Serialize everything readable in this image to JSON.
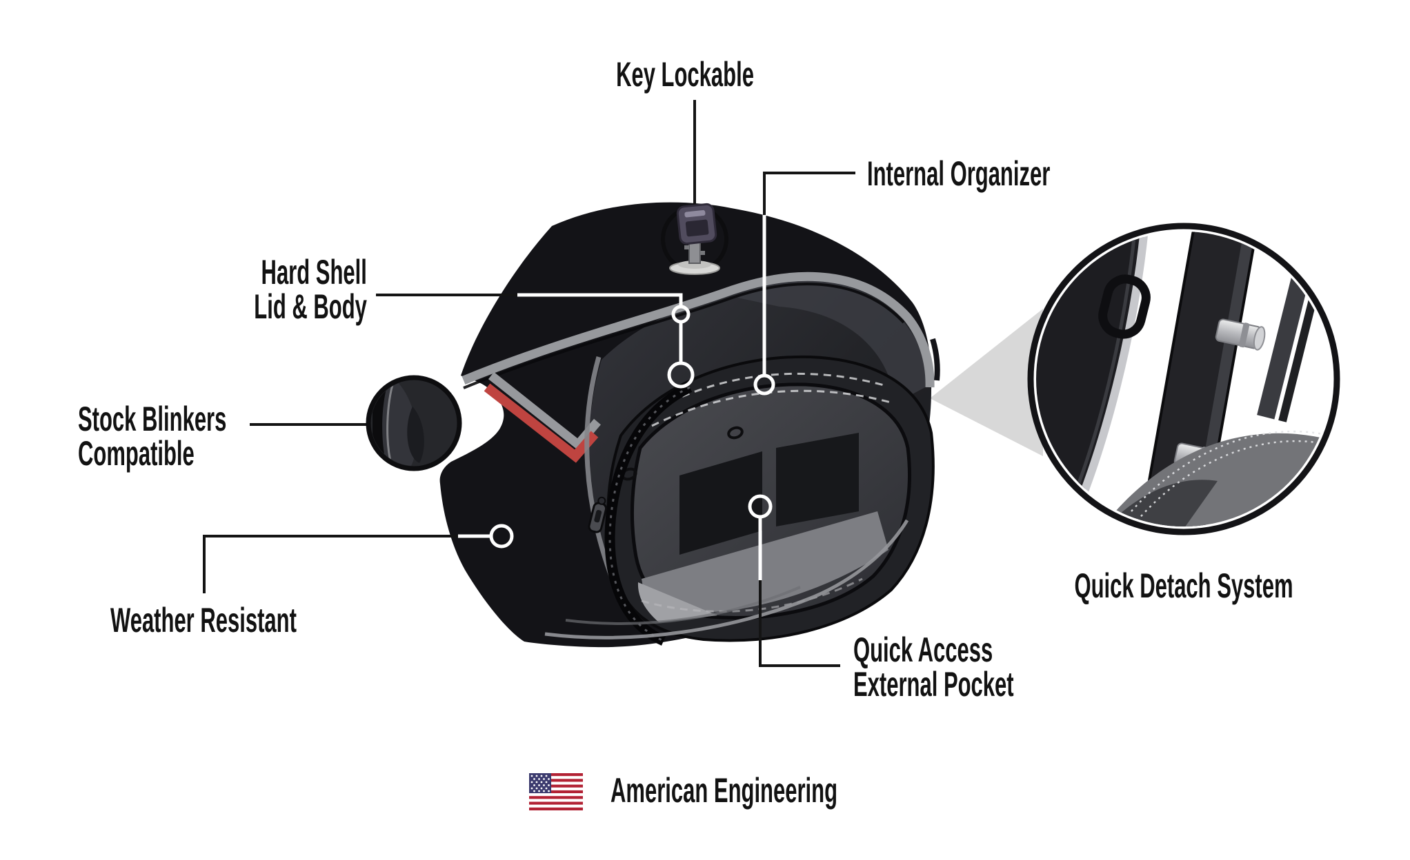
{
  "page": {
    "title": "Motorcycle Saddlebag Feature Diagram",
    "background": "#ffffff"
  },
  "callouts": {
    "key_lockable": {
      "label": "Key Lockable"
    },
    "internal_organizer": {
      "label": "Internal Organizer"
    },
    "hard_shell": {
      "line1": "Hard Shell",
      "line2": "Lid & Body"
    },
    "stock_blinkers": {
      "line1": "Stock Blinkers",
      "line2": "Compatible"
    },
    "weather_resistant": {
      "label": "Weather Resistant"
    },
    "quick_access": {
      "line1": "Quick Access",
      "line2": "External Pocket"
    },
    "quick_detach": {
      "label": "Quick Detach System"
    }
  },
  "footer": {
    "label": "American Engineering",
    "flag_icon": "us-flag"
  },
  "icons": {
    "key_icon": "key-in-lock",
    "blinker_inset": "blinker-cutout-detail",
    "quick_detach_inset": "mounting-hardware-detail"
  },
  "colors": {
    "line_black": "#141414",
    "marker_white": "#ffffff",
    "bag_black": "#131317",
    "trim_gray": "#97999d",
    "accent_red": "#bf4440",
    "zoom_cone_gray": "#d8d8d8",
    "label_text": "#121212",
    "flag_red": "#B22234",
    "flag_blue": "#3C3B6E"
  }
}
